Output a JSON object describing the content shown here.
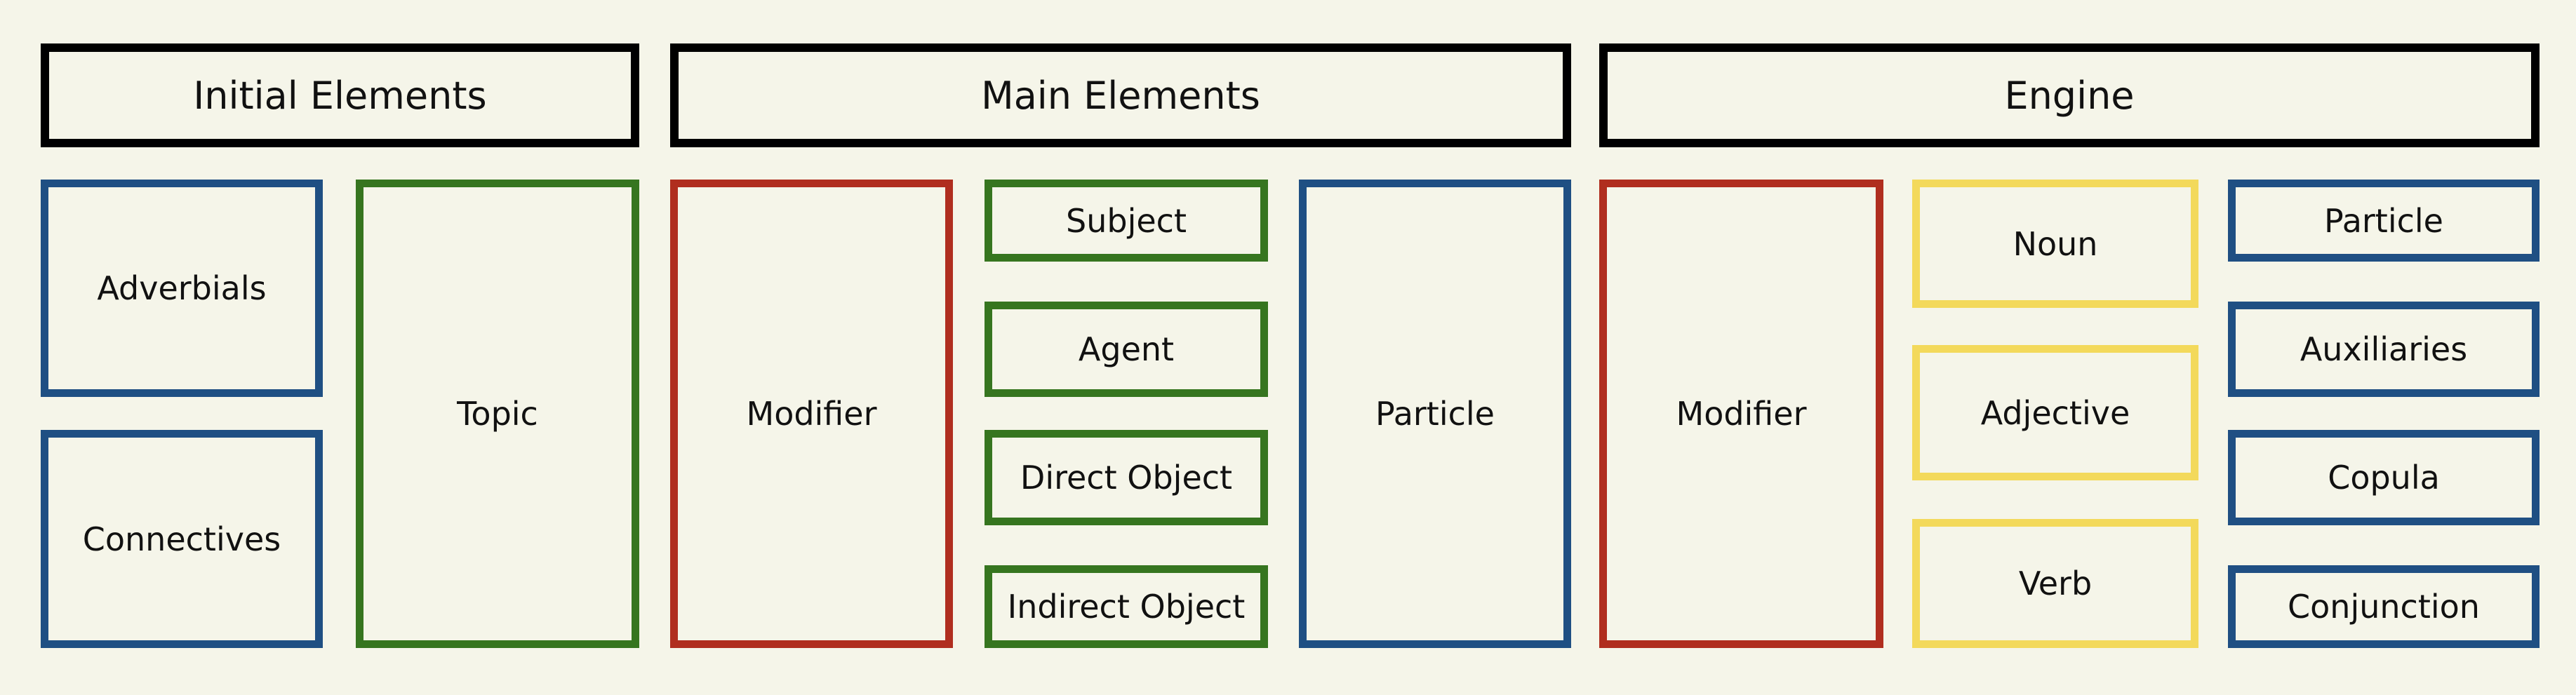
{
  "colors": {
    "background": "#f5f5e9",
    "header_border": "#000000",
    "red": "#b02e1f",
    "green": "#36751f",
    "blue": "#1f4f83",
    "yellow": "#f3d95b"
  },
  "headers": {
    "initial": "Initial Elements",
    "main": "Main Elements",
    "engine": "Engine"
  },
  "initial_elements": {
    "adverbials": "Adverbials",
    "connectives": "Connectives",
    "topic": "Topic"
  },
  "main_elements": {
    "modifier": "Modifier",
    "subject": "Subject",
    "agent": "Agent",
    "direct_object": "Direct Object",
    "indirect_object": "Indirect Object",
    "particle": "Particle"
  },
  "engine": {
    "modifier": "Modifier",
    "noun": "Noun",
    "adjective": "Adjective",
    "verb": "Verb",
    "particle": "Particle",
    "auxiliaries": "Auxiliaries",
    "copula": "Copula",
    "conjunction": "Conjunction"
  }
}
